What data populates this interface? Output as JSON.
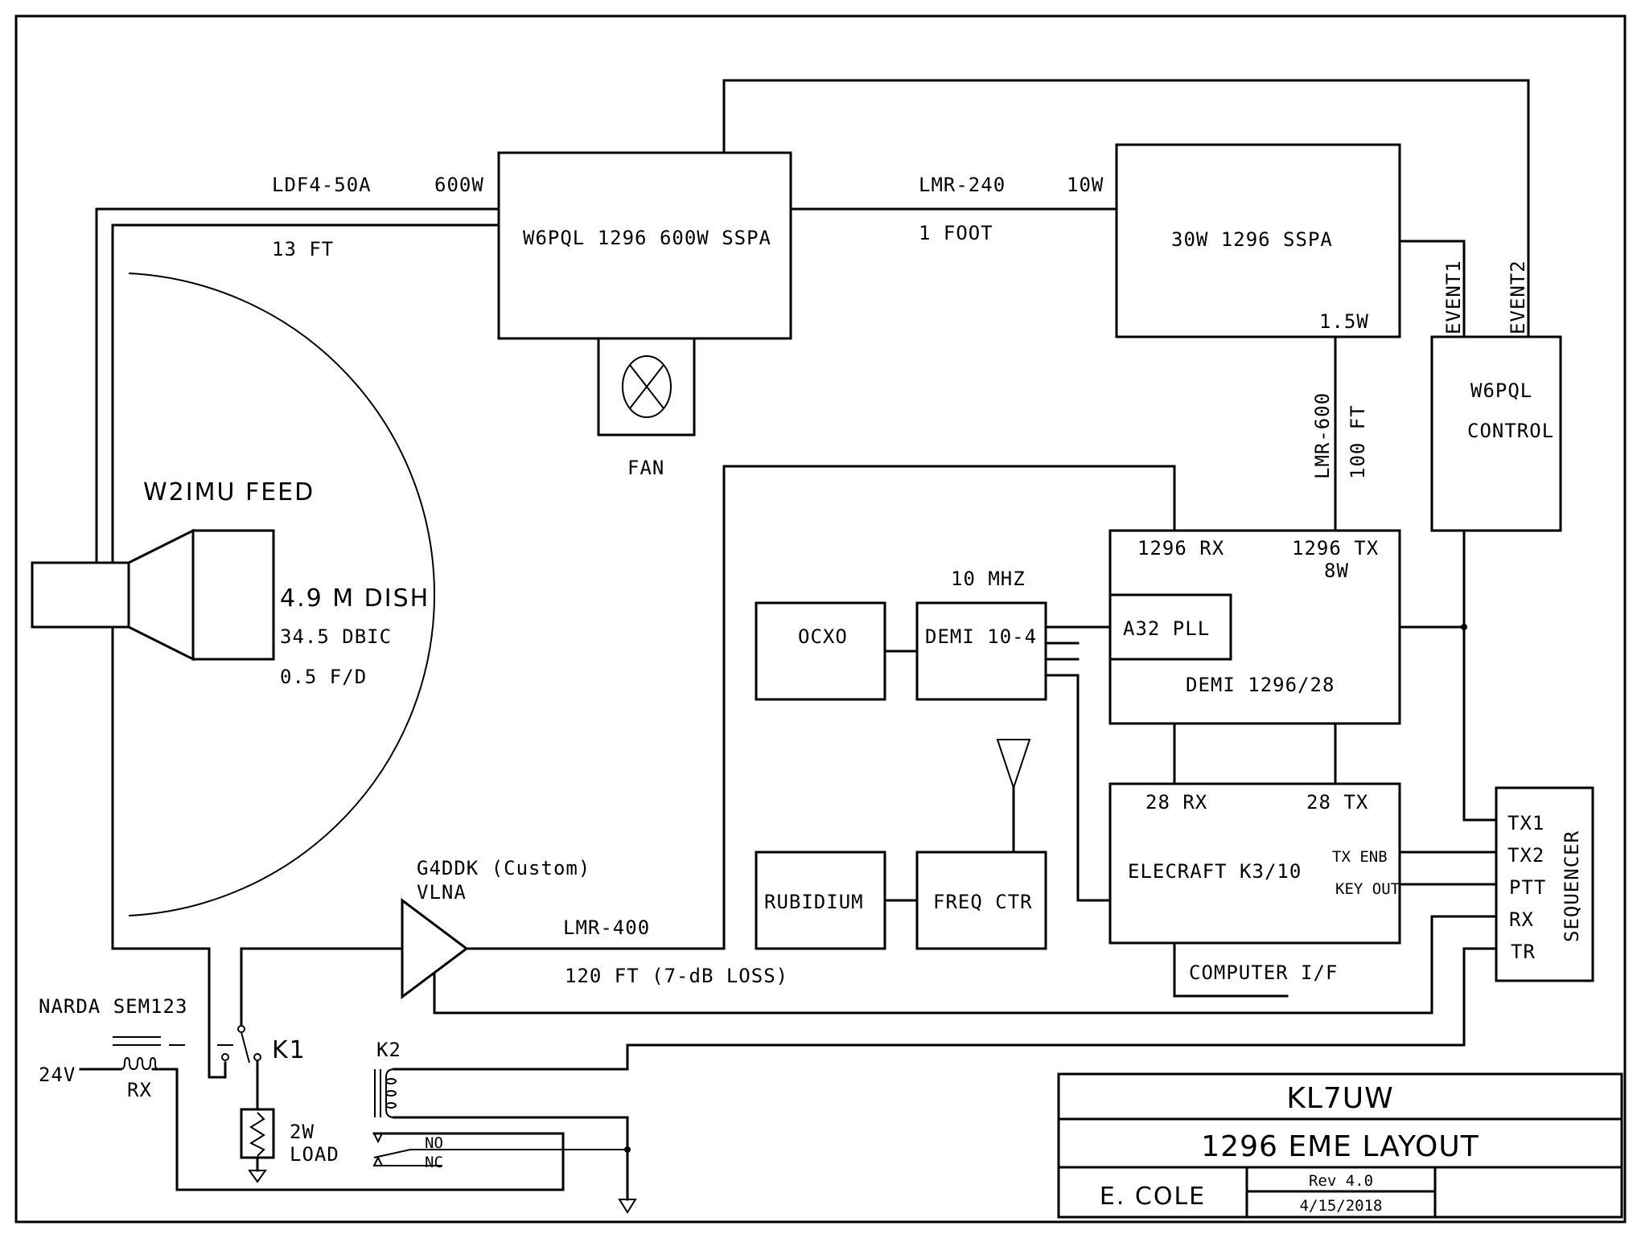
{
  "title_block": {
    "callsign": "KL7UW",
    "drawing_title": "1296 EME LAYOUT",
    "author": "E. COLE",
    "revision": "Rev 4.0",
    "date": "4/15/2018"
  },
  "cables": {
    "feed_coax": {
      "type": "LDF4-50A",
      "power": "600W",
      "length": "13 FT"
    },
    "driver_coax": {
      "type": "LMR-240",
      "power": "10W",
      "length": "1 FOOT"
    },
    "tx_coax": {
      "type": "LMR-600",
      "length": "100 FT"
    },
    "rx_coax": {
      "type": "LMR-400",
      "length": "120 FT (7-dB LOSS)"
    }
  },
  "blocks": {
    "sspa_600": "W6PQL 1296 600W SSPA",
    "fan": "FAN",
    "sspa_30": "30W 1296 SSPA",
    "sspa_30_input": "1.5W",
    "control_line1": "W6PQL",
    "control_line2": "CONTROL",
    "event1": "EVENT1",
    "event2": "EVENT2",
    "ocxo": "OCXO",
    "demi_10_4": "DEMI 10-4",
    "ref_freq": "10 MHZ",
    "a32_pll": "A32 PLL",
    "transverter": "DEMI 1296/28",
    "transverter_rx": "1296 RX",
    "transverter_tx": "1296 TX",
    "transverter_tx_power": "8W",
    "rubidium": "RUBIDIUM",
    "freq_ctr": "FREQ CTR",
    "radio": "ELECRAFT K3/10",
    "radio_rx": "28 RX",
    "radio_tx": "28 TX",
    "radio_tx_enb": "TX ENB",
    "radio_key_out": "KEY OUT",
    "computer_if": "COMPUTER I/F",
    "sequencer": "SEQUENCER",
    "sequencer_pins": [
      "TX1",
      "TX2",
      "PTT",
      "RX",
      "TR"
    ]
  },
  "antenna": {
    "feed": "W2IMU FEED",
    "dish": "4.9 M DISH",
    "gain": "34.5 DBIC",
    "fd_ratio": "0.5 F/D"
  },
  "lna": {
    "name": "G4DDK (Custom)",
    "type": "VLNA"
  },
  "relays": {
    "narda": "NARDA SEM123",
    "supply": "24V",
    "coil_label": "RX",
    "k1": "K1",
    "load_line1": "2W",
    "load_line2": "LOAD",
    "k2": "K2",
    "k2_no": "NO",
    "k2_nc": "NC"
  }
}
